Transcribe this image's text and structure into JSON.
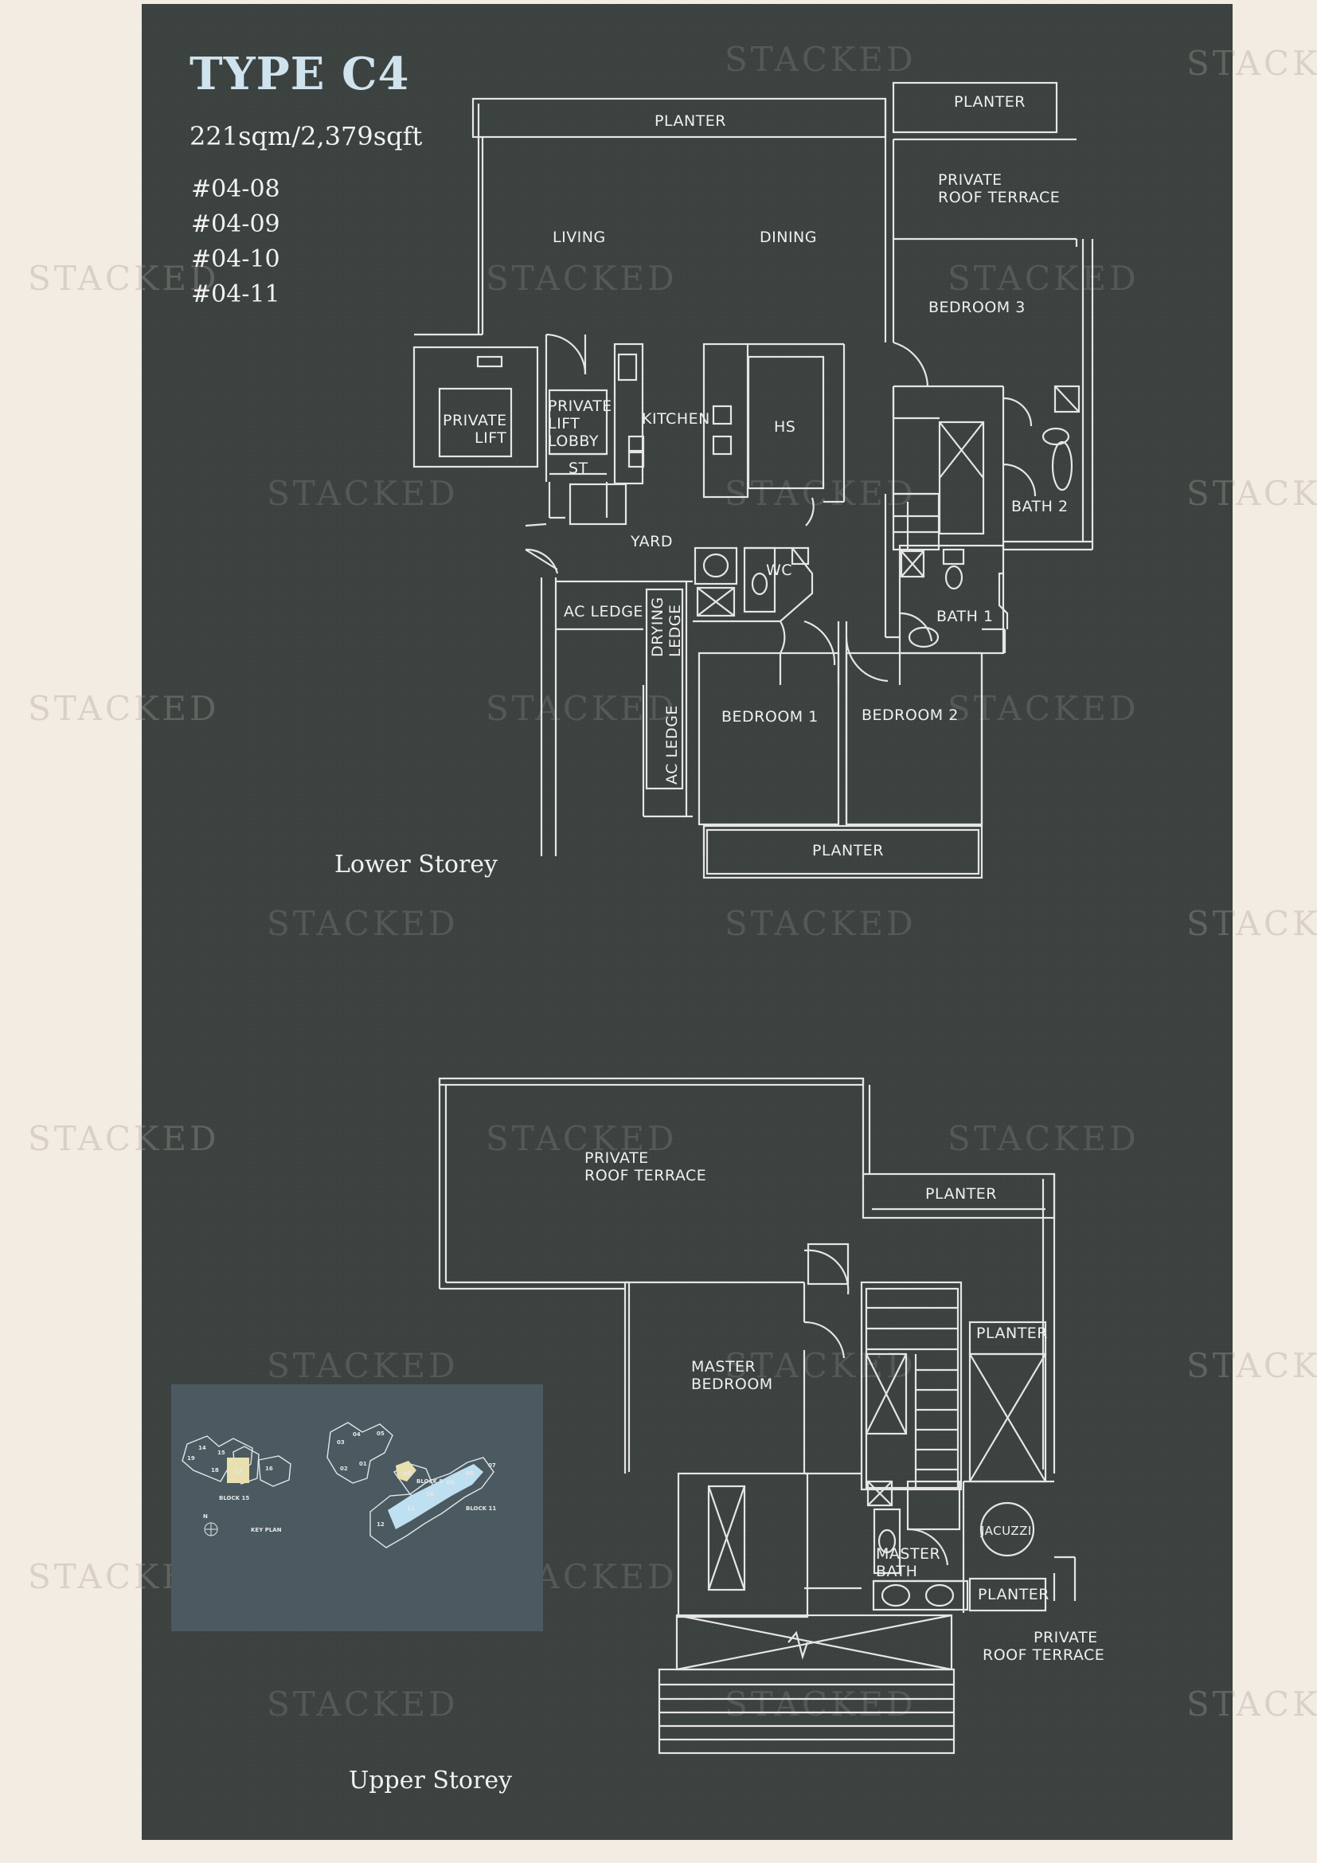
{
  "header": {
    "title": "TYPE C4",
    "area": "221sqm/2,379sqft",
    "units": [
      "#04-08",
      "#04-09",
      "#04-10",
      "#04-11"
    ]
  },
  "watermark": "STACKED",
  "lower_storey": {
    "label": "Lower Storey",
    "rooms": {
      "planter_top": "PLANTER",
      "planter_right": "PLANTER",
      "roof_terrace_1": "PRIVATE",
      "roof_terrace_2": "ROOF TERRACE",
      "living": "LIVING",
      "dining": "DINING",
      "bedroom3": "BEDROOM 3",
      "private_lift_1": "PRIVATE",
      "private_lift_2": "LIFT",
      "lift_lobby_1": "PRIVATE",
      "lift_lobby_2": "LIFT",
      "lift_lobby_3": "LOBBY",
      "st": "ST",
      "kitchen": "KITCHEN",
      "hs": "HS",
      "bath2": "BATH 2",
      "yard": "YARD",
      "wc": "WC",
      "bath1": "BATH 1",
      "ac_ledge_1": "AC LEDGE",
      "drying_ledge_1": "DRYING",
      "drying_ledge_2": "LEDGE",
      "ac_ledge_2": "AC LEDGE",
      "bedroom1": "BEDROOM 1",
      "bedroom2": "BEDROOM 2",
      "planter_bottom": "PLANTER"
    }
  },
  "upper_storey": {
    "label": "Upper Storey",
    "rooms": {
      "roof_terrace_1": "PRIVATE",
      "roof_terrace_2": "ROOF TERRACE",
      "planter_top": "PLANTER",
      "master_bedroom_1": "MASTER",
      "master_bedroom_2": "BEDROOM",
      "planter_mid": "PLANTER",
      "jacuzzi": "JACUZZI",
      "master_bath_1": "MASTER",
      "master_bath_2": "BATH",
      "planter_low": "PLANTER",
      "roof_terrace_b1": "PRIVATE",
      "roof_terrace_b2": "ROOF TERRACE"
    }
  },
  "key_plan": {
    "label": "KEY PLAN",
    "north": "N",
    "block15": "BLOCK 15",
    "block9": "BLOCK 9",
    "block11": "BLOCK 11",
    "highlight_colors": {
      "block15": "#e8e0b0",
      "block9": "#e8e0b0",
      "block11": "#bfe0f0"
    },
    "numbers": {
      "b15": [
        "14",
        "15",
        "16",
        "18",
        "19",
        "17"
      ],
      "b9": [
        "03",
        "04",
        "05",
        "06",
        "01",
        "02"
      ],
      "b11": [
        "07",
        "08",
        "09",
        "10",
        "11",
        "12"
      ]
    }
  }
}
